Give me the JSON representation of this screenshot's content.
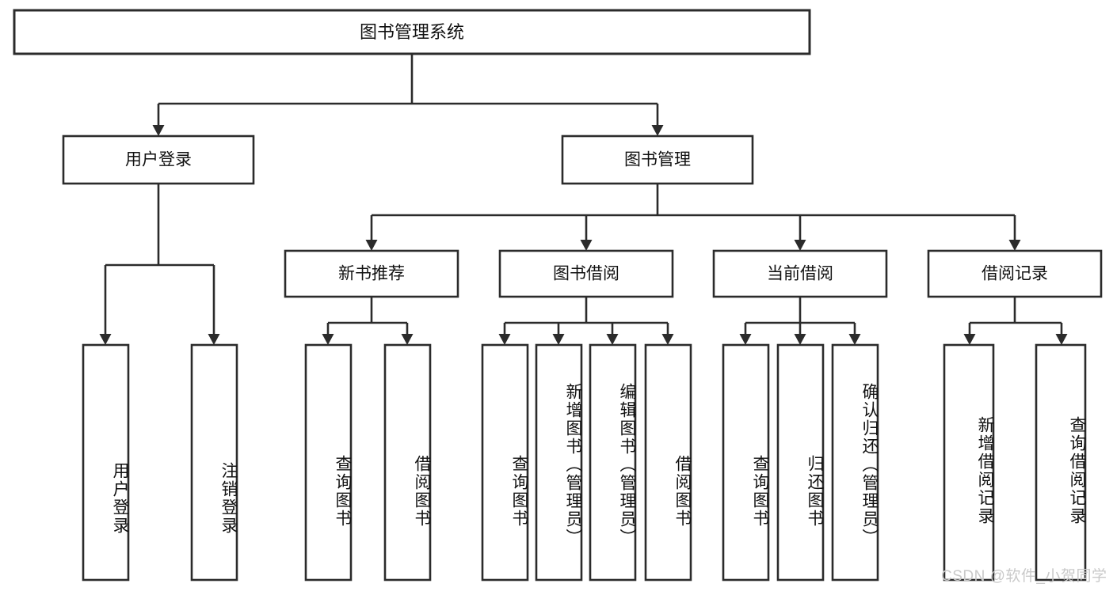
{
  "diagram": {
    "title": "图书管理系统",
    "type": "tree-hierarchy",
    "watermark": "CSDN @软件_小贺同学",
    "colors": {
      "stroke": "#2b2b2b",
      "fill": "#ffffff",
      "text": "#111111",
      "watermark": "#c9c9c9"
    },
    "root": {
      "label": "图书管理系统"
    },
    "level2": [
      {
        "label": "用户登录"
      },
      {
        "label": "图书管理"
      }
    ],
    "level3": [
      {
        "label": "新书推荐"
      },
      {
        "label": "图书借阅"
      },
      {
        "label": "当前借阅"
      },
      {
        "label": "借阅记录"
      }
    ],
    "leaves": {
      "user_login": [
        {
          "label": "用户登录"
        },
        {
          "label": "注销登录"
        }
      ],
      "new_book_recommend": [
        {
          "label": "查询图书"
        },
        {
          "label": "借阅图书"
        }
      ],
      "book_borrow": [
        {
          "label": "查询图书"
        },
        {
          "label": "新增图书（管理员）"
        },
        {
          "label": "编辑图书（管理员）"
        },
        {
          "label": "借阅图书"
        }
      ],
      "current_borrow": [
        {
          "label": "查询图书"
        },
        {
          "label": "归还图书"
        },
        {
          "label": "确认归还（管理员）"
        }
      ],
      "borrow_record": [
        {
          "label": "新增借阅记录"
        },
        {
          "label": "查询借阅记录"
        }
      ]
    }
  }
}
